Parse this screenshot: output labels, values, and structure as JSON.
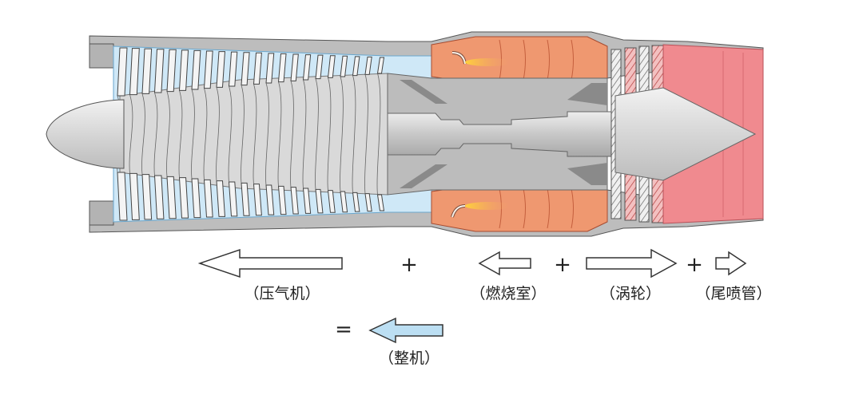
{
  "labels": {
    "compressor": "（压气机）",
    "combustor": "（燃烧室）",
    "turbine": "（涡轮）",
    "nozzle": "（尾喷管）",
    "whole": "（整机）"
  },
  "operators": {
    "plus": "+",
    "equals": "="
  },
  "colors": {
    "inlet_blue": "#cfe8f7",
    "engine_grey": "#cfcfcf",
    "dark_grey": "#8a8a8a",
    "combustion_orange": "#ef9870",
    "flame": "#ffb030",
    "nozzle_pink": "#f08a8f",
    "arrow_fill": "#ffffff",
    "arrow_blue": "#bcdff3",
    "outline": "#333333"
  }
}
